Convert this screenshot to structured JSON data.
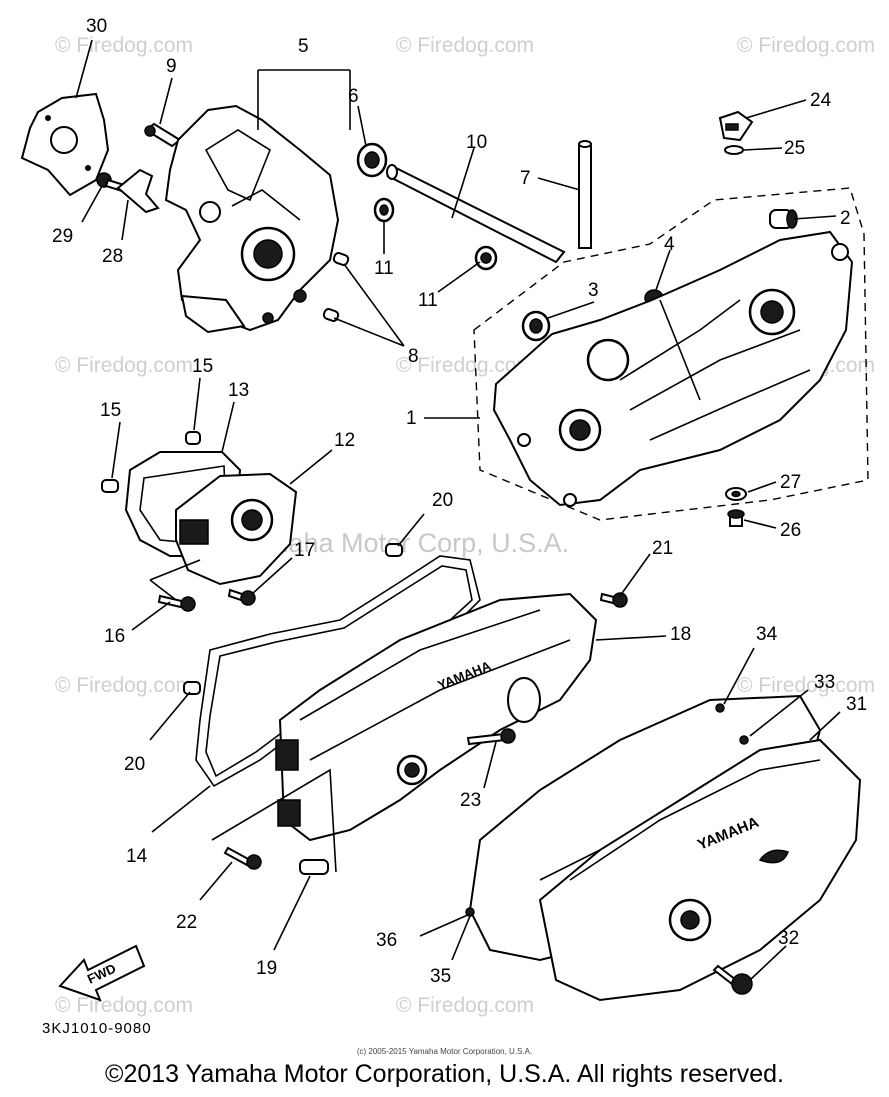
{
  "diagram": {
    "callouts": [
      "30",
      "9",
      "5",
      "6",
      "10",
      "7",
      "24",
      "25",
      "2",
      "29",
      "28",
      "11",
      "11",
      "4",
      "3",
      "8",
      "15",
      "13",
      "12",
      "15",
      "1",
      "27",
      "26",
      "20",
      "17",
      "21",
      "16",
      "18",
      "34",
      "33",
      "31",
      "20",
      "23",
      "14",
      "36",
      "32",
      "22",
      "19",
      "35"
    ],
    "watermarks": [
      "© Firedog.com",
      "© Firedog.com",
      "© Firedog.com",
      "© Firedog.com",
      "© Firedog.com",
      "© Firedog.com",
      "© Firedog.com",
      "© Firedog.com",
      "© Firedog.com",
      "© Firedog.com"
    ],
    "center_watermark": "Yamaha Motor Corp, U.S.A.",
    "fwd_label": "FWD",
    "cover_logo_small": "YAMAHA",
    "cover_logo_large": "YAMAHA",
    "diagram_code": "3KJ1010-9080",
    "tiny_copyright": "(c) 2005-2015 Yamaha Motor Corporation, U.S.A.",
    "footer_copyright": "©2013 Yamaha Motor Corporation, U.S.A. All rights reserved."
  }
}
